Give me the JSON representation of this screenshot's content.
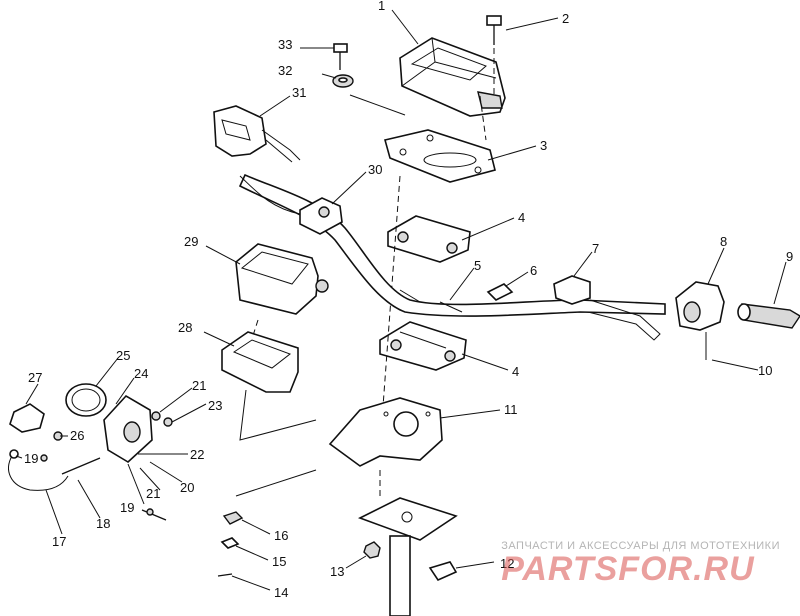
{
  "callouts": [
    {
      "id": "c1",
      "label": "1"
    },
    {
      "id": "c2",
      "label": "2"
    },
    {
      "id": "c3",
      "label": "3"
    },
    {
      "id": "c4a",
      "label": "4"
    },
    {
      "id": "c4b",
      "label": "4"
    },
    {
      "id": "c5",
      "label": "5"
    },
    {
      "id": "c6",
      "label": "6"
    },
    {
      "id": "c7",
      "label": "7"
    },
    {
      "id": "c8",
      "label": "8"
    },
    {
      "id": "c9",
      "label": "9"
    },
    {
      "id": "c10",
      "label": "10"
    },
    {
      "id": "c11",
      "label": "11"
    },
    {
      "id": "c12",
      "label": "12"
    },
    {
      "id": "c13",
      "label": "13"
    },
    {
      "id": "c14",
      "label": "14"
    },
    {
      "id": "c15",
      "label": "15"
    },
    {
      "id": "c16",
      "label": "16"
    },
    {
      "id": "c17",
      "label": "17"
    },
    {
      "id": "c18",
      "label": "18"
    },
    {
      "id": "c19a",
      "label": "19"
    },
    {
      "id": "c19b",
      "label": "19"
    },
    {
      "id": "c20",
      "label": "20"
    },
    {
      "id": "c21a",
      "label": "21"
    },
    {
      "id": "c21b",
      "label": "21"
    },
    {
      "id": "c22",
      "label": "22"
    },
    {
      "id": "c23",
      "label": "23"
    },
    {
      "id": "c24",
      "label": "24"
    },
    {
      "id": "c25",
      "label": "25"
    },
    {
      "id": "c26",
      "label": "26"
    },
    {
      "id": "c27",
      "label": "27"
    },
    {
      "id": "c28",
      "label": "28"
    },
    {
      "id": "c29",
      "label": "29"
    },
    {
      "id": "c30",
      "label": "30"
    },
    {
      "id": "c31",
      "label": "31"
    },
    {
      "id": "c32",
      "label": "32"
    },
    {
      "id": "c33",
      "label": "33"
    }
  ],
  "watermark": {
    "tagline": "ЗАПЧАСТИ И АКСЕССУАРЫ ДЛЯ МОТОТЕХНИКИ",
    "logo": "PARTSFOR.RU"
  }
}
